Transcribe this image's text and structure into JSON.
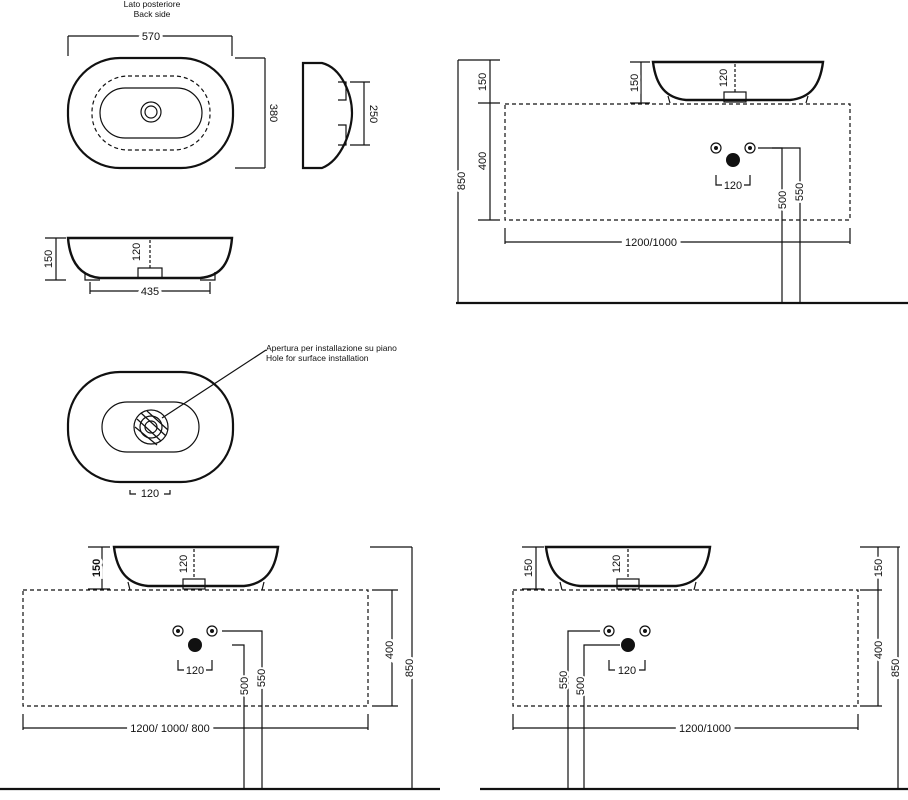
{
  "labels": {
    "back_side_it": "Lato posteriore",
    "back_side_en": "Back side",
    "hole_note_it": "Apertura per installazione su piano",
    "hole_note_en": "Hole for surface installation"
  },
  "top_view": {
    "width": "570",
    "depth": "380"
  },
  "side_view": {
    "inner": "250"
  },
  "front_view": {
    "height": "150",
    "drain": "120",
    "base": "435"
  },
  "hole_view": {
    "hole": "120"
  },
  "wall_right": {
    "total_height": "850",
    "basin_height": "150",
    "drain": "120",
    "cabinet_height": "400",
    "taps_spacing": "120",
    "pipe_a": "500",
    "pipe_b": "550",
    "cabinet_width": "1200/1000"
  },
  "bottom_left": {
    "basin_height": "150",
    "drain": "120",
    "taps_spacing": "120",
    "pipe_a": "500",
    "pipe_b": "550",
    "cabinet_height": "400",
    "total_height": "850",
    "cabinet_width": "1200/ 1000/ 800"
  },
  "bottom_right": {
    "basin_height": "150",
    "drain": "120",
    "taps_spacing": "120",
    "pipe_a": "550",
    "pipe_b": "500",
    "cabinet_height": "400",
    "total_height": "850",
    "cabinet_width": "1200/1000"
  }
}
